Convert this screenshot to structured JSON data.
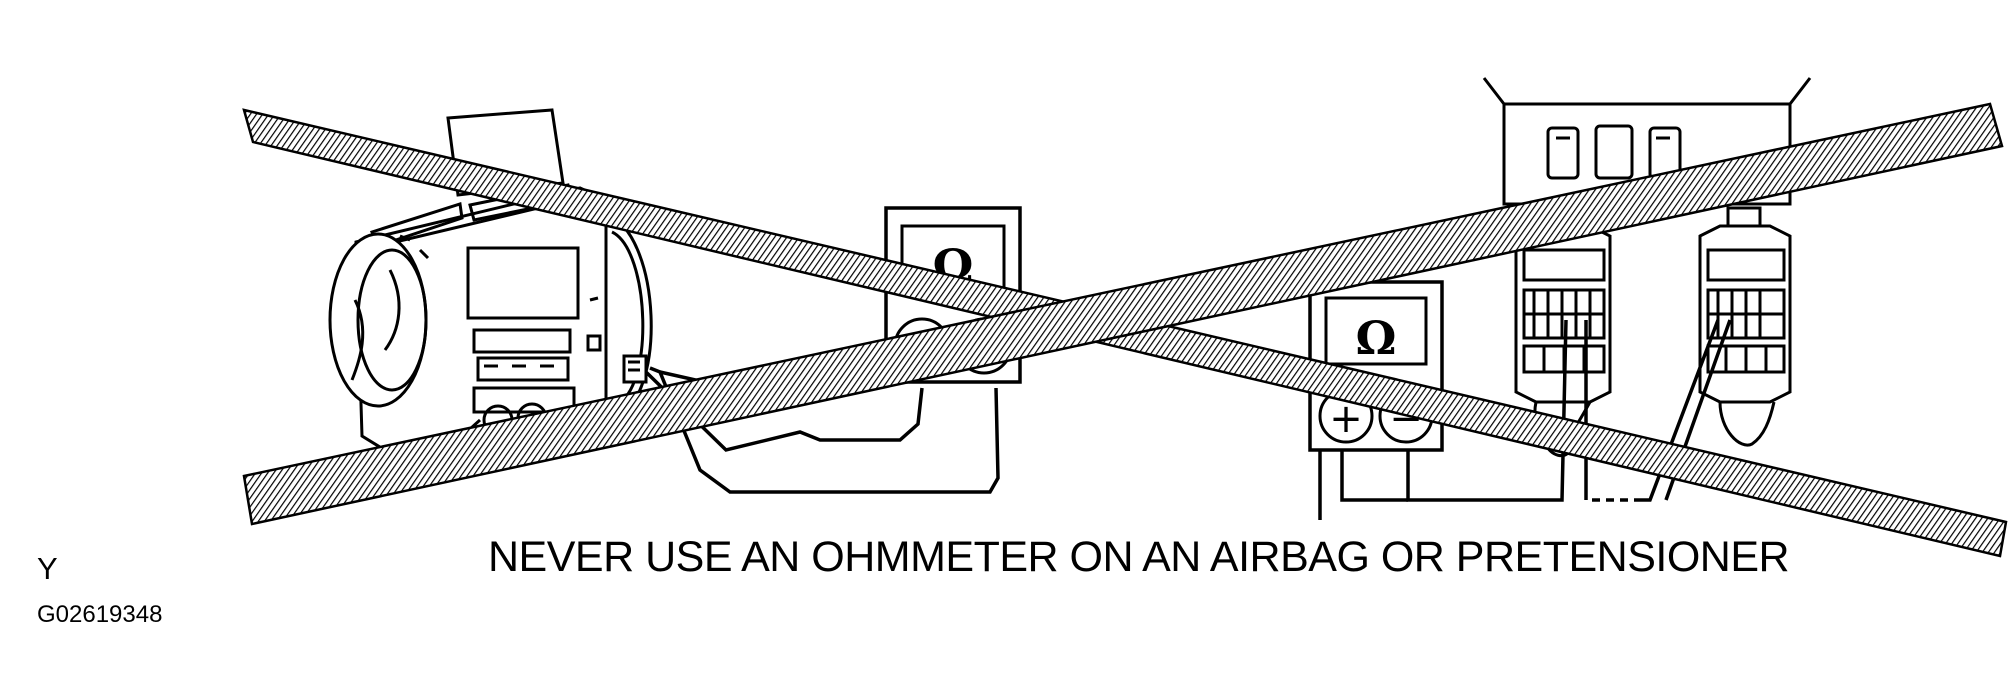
{
  "caption": "NEVER USE AN OHMMETER ON AN AIRBAG OR PRETENSIONER",
  "side_label": "Y",
  "figure_id": "G02619348",
  "meter_left": {
    "symbol": "Ω",
    "plus": "+",
    "minus": "−"
  },
  "meter_right": {
    "symbol": "Ω",
    "plus": "+",
    "minus": "−"
  }
}
